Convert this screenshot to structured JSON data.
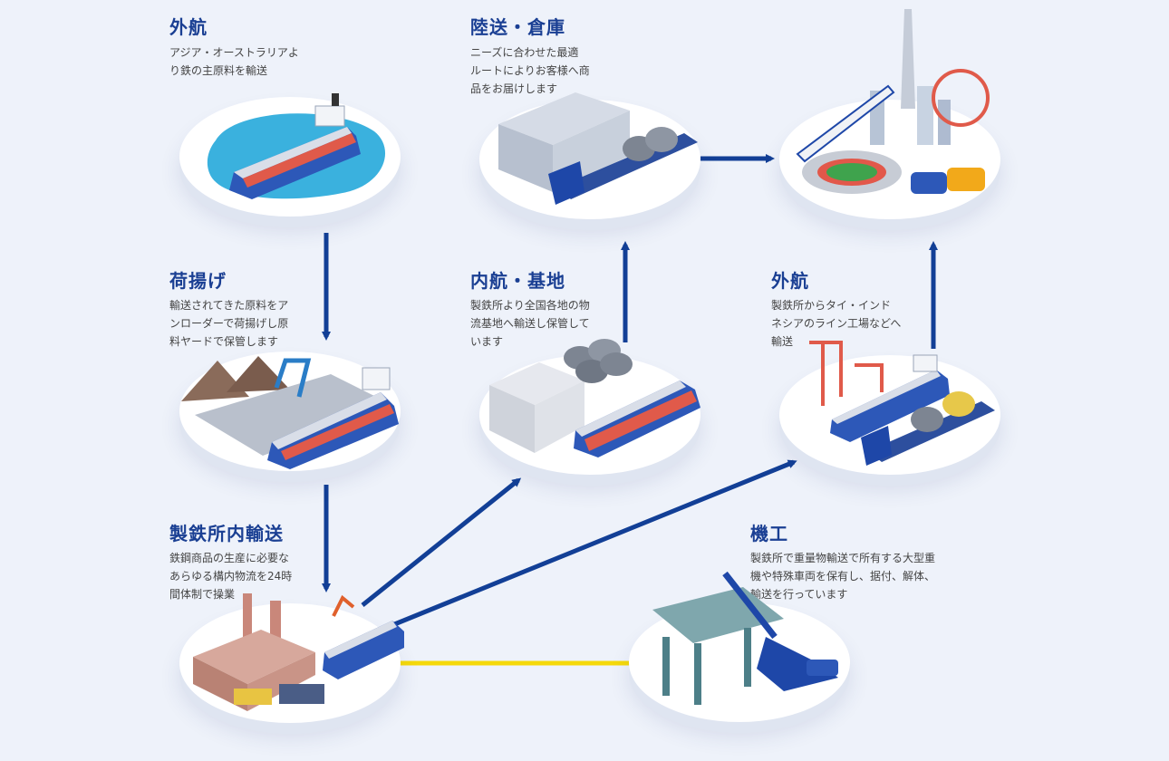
{
  "nodes": {
    "ocean_import": {
      "title": "外航",
      "desc": "アジア・オーストラリアよ\nり鉄の主原料を輸送",
      "icon": "cargo-ship-at-sea-icon"
    },
    "unloading": {
      "title": "荷揚げ",
      "desc": "輸送されてきた原料をア\nンローダーで荷揚げし原\n料ヤードで保管します",
      "icon": "unloader-crane-ship-icon"
    },
    "in_plant": {
      "title": "製鉄所内輸送",
      "desc": "鉄鋼商品の生産に必要な\nあらゆる構内物流を24時\n間体制で操業",
      "icon": "steelworks-plant-icon"
    },
    "land_warehouse": {
      "title": "陸送・倉庫",
      "desc": "ニーズに合わせた最適\nルートによりお客様へ商\n品をお届けします",
      "icon": "warehouse-truck-icon"
    },
    "domestic_base": {
      "title": "内航・基地",
      "desc": "製鉄所より全国各地の物\n流基地へ輸送し保管して\nいます",
      "icon": "steel-coils-ship-icon"
    },
    "ocean_export": {
      "title": "外航",
      "desc": "製鉄所からタイ・インド\nネシアのライン工場などへ\n輸送",
      "icon": "port-crane-ship-truck-icon"
    },
    "machinery": {
      "title": "機工",
      "desc": "製鉄所で重量物輸送で所有する大型重\n機や特殊車両を保有し、据付、解体、\n輸送を行っています",
      "icon": "heavy-machinery-icon"
    },
    "city": {
      "icon": "city-destination-icon"
    }
  },
  "colors": {
    "arrow_blue": "#123f96",
    "link_yellow": "#f5d90a",
    "title_blue": "#1a3f93",
    "background": "#eef2fa"
  }
}
